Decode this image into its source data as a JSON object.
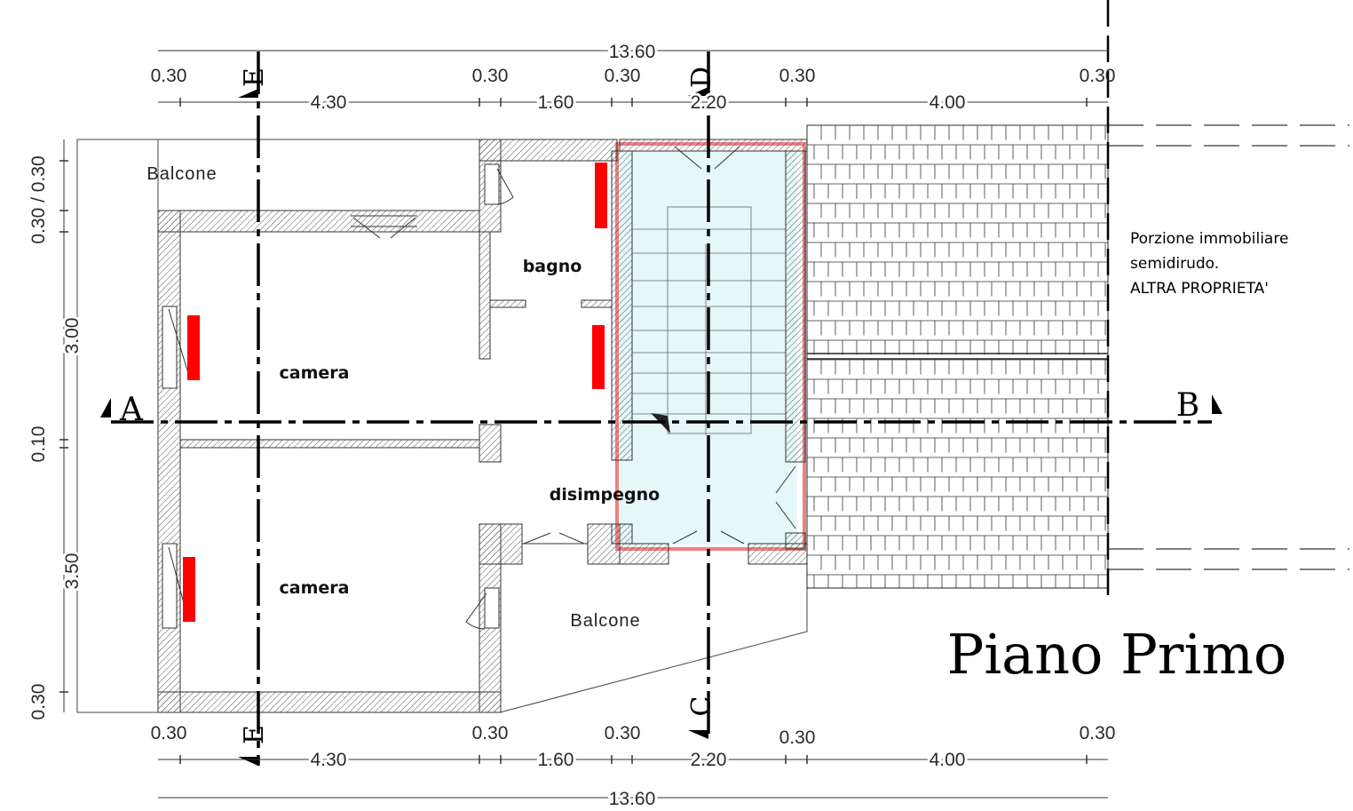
{
  "title": "Piano Primo",
  "rooms": {
    "camera_top": "camera",
    "camera_bottom": "camera",
    "bagno": "bagno",
    "disimpegno": "disimpegno",
    "balcone_top": "Balcone",
    "balcone_bottom": "Balcone"
  },
  "note": {
    "line1": "Porzione immobiliare",
    "line2": "semidirudo.",
    "line3": "ALTRA PROPRIETA'"
  },
  "sections": {
    "A": "A",
    "B": "B",
    "C": "C",
    "D": "D",
    "E_top": "E",
    "E_bottom": "E"
  },
  "dimensions": {
    "top": {
      "total": "13.60",
      "partials": [
        "0.30",
        "0.30",
        "0.30",
        "0.30",
        "0.30"
      ],
      "main": [
        "4.30",
        "1.60",
        "2.20",
        "4.00"
      ]
    },
    "bottom": {
      "total": "13.60",
      "partials": [
        "0.30",
        "0.30",
        "0.30",
        "0.30",
        "0.30"
      ],
      "main": [
        "4.30",
        "1.60",
        "2.20",
        "4.00"
      ]
    },
    "left": {
      "top_pair": "0.30 / 0.30",
      "upper": "0.30",
      "room1": "3.00",
      "wall": "0.10",
      "room2": "3.50",
      "bottom": "0.30"
    }
  },
  "colors": {
    "wall_hatch": "#555555",
    "stair_fill": "#e6f7f8",
    "stair_border": "#f08080",
    "radiator": "#ff0000"
  }
}
